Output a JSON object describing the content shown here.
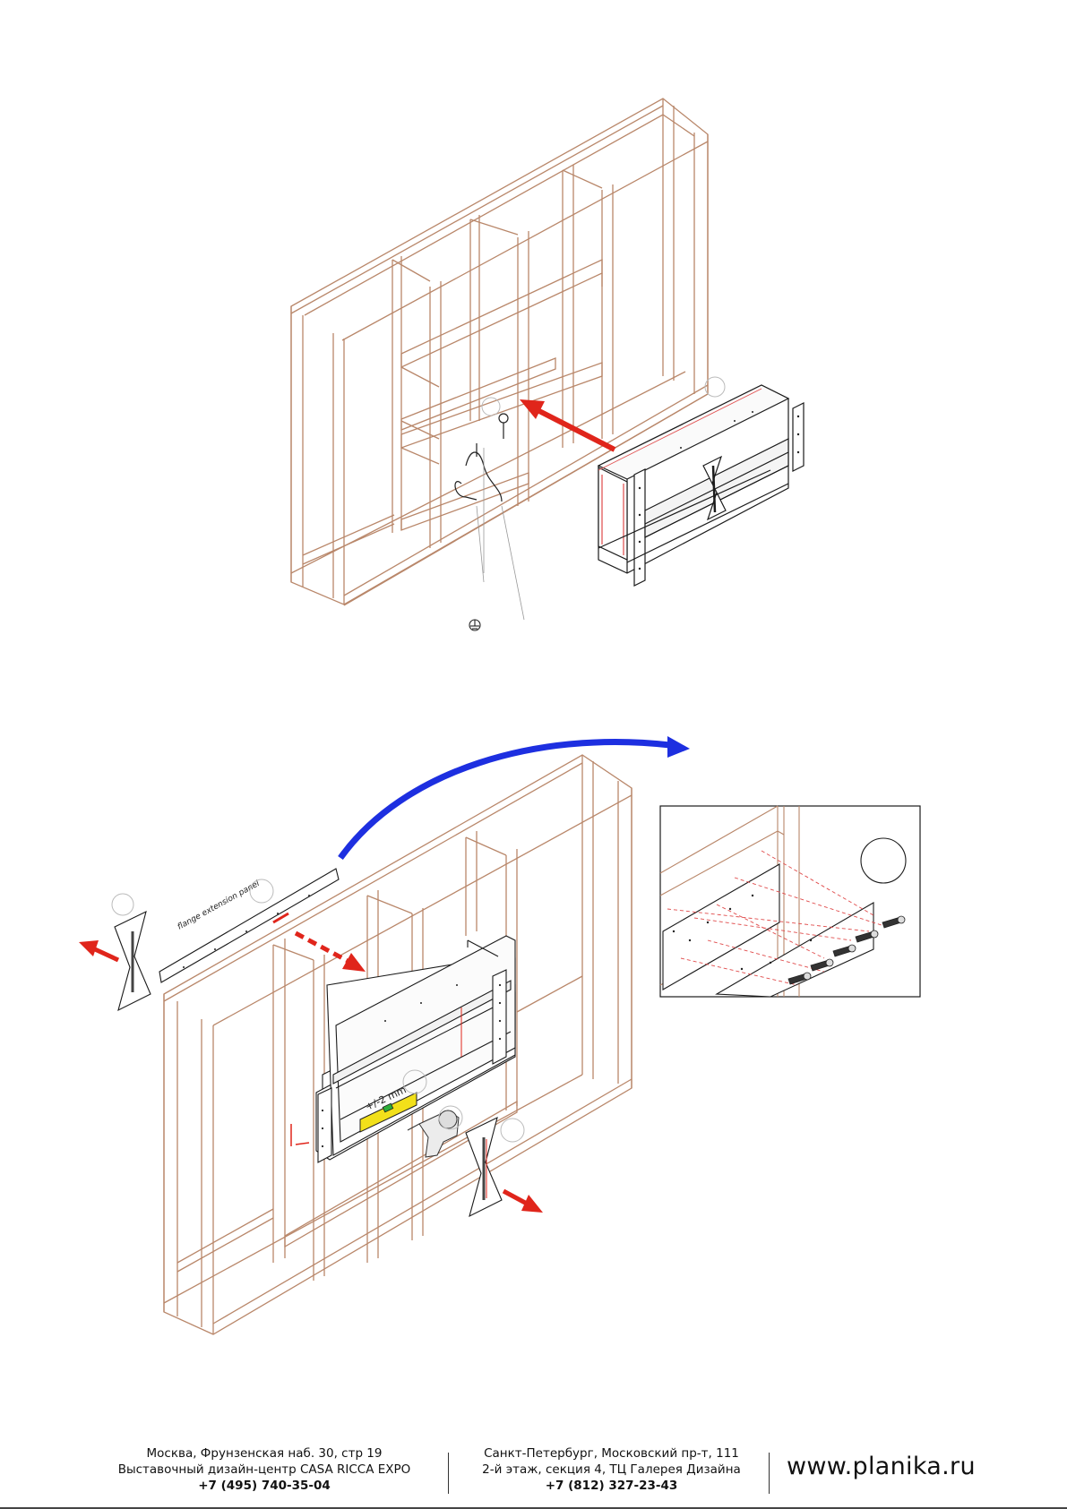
{
  "diagram": {
    "flange_panel_label": "flange extension panel",
    "level_label": "+/-2 mm"
  },
  "icons": {
    "ground": "ground-symbol-icon",
    "arrow_insert": "red-arrow-icon",
    "arrow_flip": "blue-curved-arrow-icon",
    "drill": "drill-icon",
    "level": "spirit-level-icon",
    "screw": "screw-icon"
  },
  "colors": {
    "frame": "#b9876a",
    "arrow_red": "#e0251b",
    "arrow_blue": "#1d2fe0",
    "level_yellow": "#f2e01a",
    "level_green": "#2cae3a",
    "dashed_red": "#e04a4a"
  },
  "footer": {
    "moscow": {
      "address": "Москва, Фрунзенская наб. 30, стр 19",
      "venue": "Выставочный дизайн-центр CASA RICCA EXPO",
      "phone": "+7 (495) 740-35-04"
    },
    "spb": {
      "address": "Санкт-Петербург, Московский пр-т, 111",
      "venue": "2-й этаж, секция 4, ТЦ Галерея Дизайна",
      "phone": "+7 (812) 327-23-43"
    },
    "website": "www.planika.ru"
  }
}
